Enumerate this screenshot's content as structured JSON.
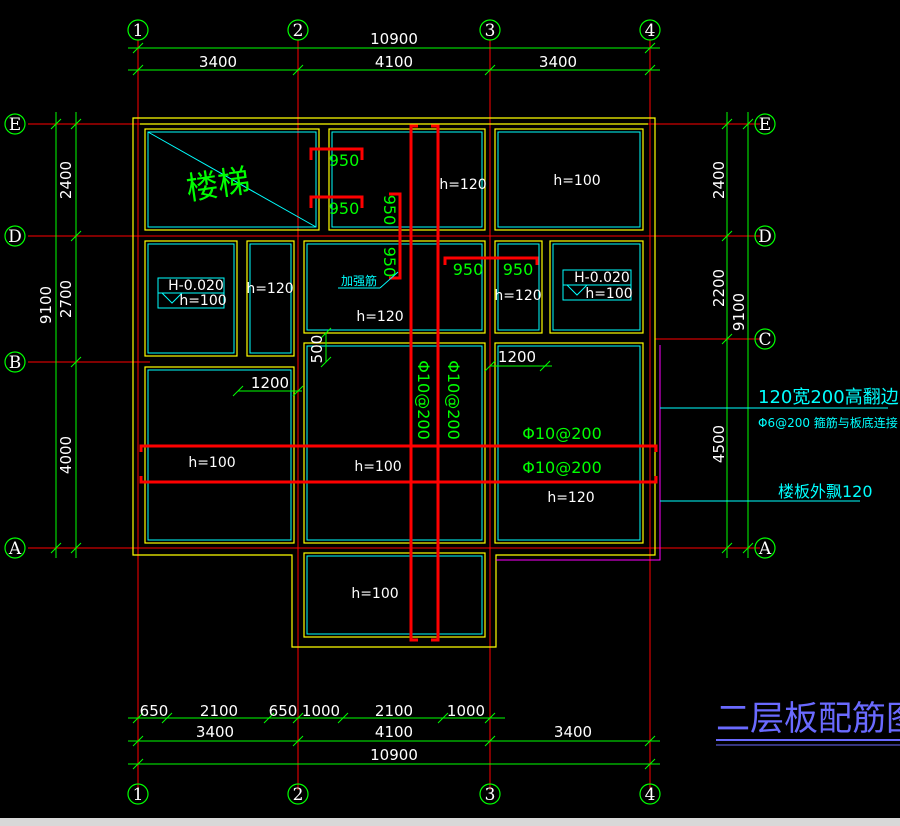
{
  "axes": {
    "columns": [
      "1",
      "2",
      "3",
      "4"
    ],
    "rows": [
      "E",
      "D",
      "B",
      "A"
    ],
    "right_rows": [
      "E",
      "D",
      "C",
      "A"
    ]
  },
  "dims": {
    "top_total": "10900",
    "top_spans": [
      "3400",
      "4100",
      "3400"
    ],
    "left_spans": [
      "2400",
      "2700",
      "4000"
    ],
    "left_total": "9100",
    "right_spans": [
      "2400",
      "2200",
      "4500"
    ],
    "right_total": "9100",
    "bottom_detail": [
      "650",
      "2100",
      "650",
      "1000",
      "2100",
      "1000"
    ],
    "bottom_spans": [
      "3400",
      "4100",
      "3400"
    ],
    "bottom_total": "10900"
  },
  "slabs": {
    "h120_a": "h=120",
    "h100_topright": "h=100",
    "h120_b": "h=120",
    "h120_c": "h=120",
    "h120_d": "h=120",
    "h100_left": "h=100",
    "h100_mid": "h=100",
    "h120_right": "h=120",
    "h100_bottom": "h=100",
    "elev_left_1": "H-0.020",
    "elev_left_2": "h=100",
    "elev_right_1": "H-0.020",
    "elev_right_2": "h=100"
  },
  "rebar": {
    "r950_1": "950",
    "r950_2": "950",
    "r950_v1": "950",
    "r950_v2": "950",
    "r950_3": "950",
    "r950_4": "950",
    "r1200_1": "1200",
    "r1200_2": "1200",
    "r500": "500",
    "phi_v1": "Φ10@200",
    "phi_v2": "Φ10@200",
    "phi_h1": "Φ10@200",
    "phi_h2": "Φ10@200",
    "reinforce_note": "加强筋"
  },
  "notes": {
    "stairs": "楼梯",
    "edge_beam_1": "120宽200高翻边",
    "edge_beam_2": "Φ6@200 箍筋与板底连接",
    "overhang": "楼板外飘120"
  },
  "title": "二层板配筋图",
  "colors": {
    "background": "#000000",
    "axis_line": "#ff0000",
    "dimension": "#00ff00",
    "beam_outline": "#ffff00",
    "slab_outline": "#00ffff",
    "rebar": "#ff0000",
    "title": "#6a6aff"
  }
}
